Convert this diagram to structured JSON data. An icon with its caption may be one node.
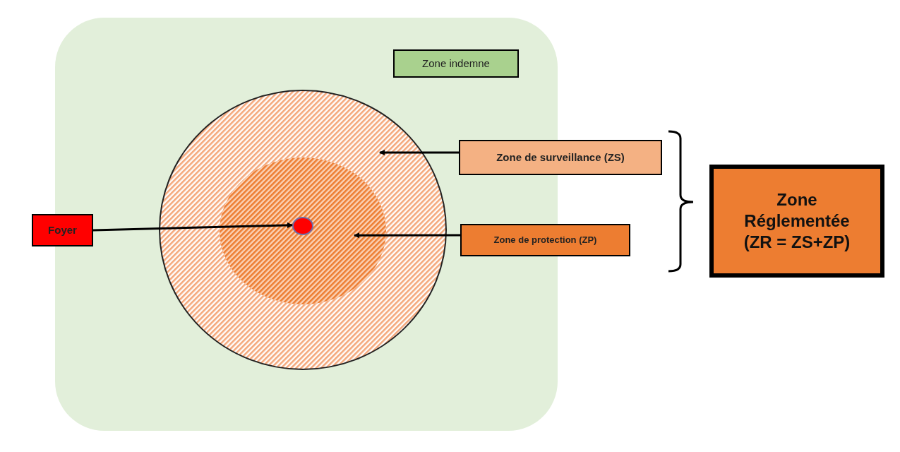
{
  "diagram": {
    "nodes": [
      {
        "text": [],
        "shape": "box"
      },
      {
        "text": [
          "Zone indemne"
        ],
        "in": 0
      },
      {
        "text": [],
        "shape": "circle",
        "in": 0
      },
      {
        "text": [],
        "shape": "circle",
        "in": 2
      },
      {
        "text": [],
        "shape": "circle",
        "in": 3
      },
      {
        "text": [
          "Foyer"
        ]
      },
      {
        "text": [
          "Zone de surveillance (ZS)"
        ]
      },
      {
        "text": [
          "Zone de protection (ZP)"
        ]
      },
      {
        "text": [
          "Zone Réglementée (ZR = ZS+ZP)"
        ]
      }
    ],
    "edges": [
      {
        "from": 5,
        "to": 4,
        "arrow": "to"
      },
      {
        "from": 6,
        "to": 2,
        "arrow": "to"
      },
      {
        "from": 7,
        "to": 3,
        "arrow": "to"
      }
    ]
  }
}
